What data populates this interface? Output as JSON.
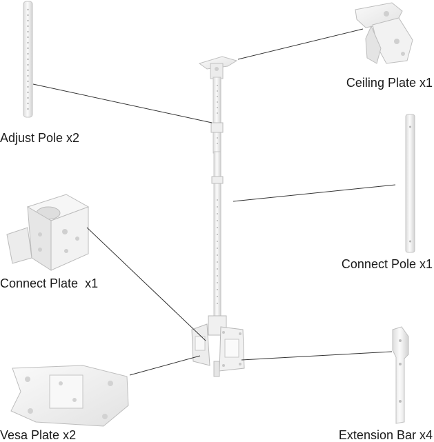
{
  "parts": {
    "ceiling_plate": "Ceiling Plate x1",
    "adjust_pole": "Adjust Pole x2",
    "connect_pole": "Connect Pole x1",
    "connect_plate": "Connect Plate  x1",
    "vesa_plate": "Vesa Plate x2",
    "extension_bar": "Extension Bar x4"
  },
  "colors": {
    "part_fill": "#f4f4f4",
    "part_stroke": "#b8b8b8",
    "leader_line": "#333333",
    "text": "#1a1a1a"
  }
}
